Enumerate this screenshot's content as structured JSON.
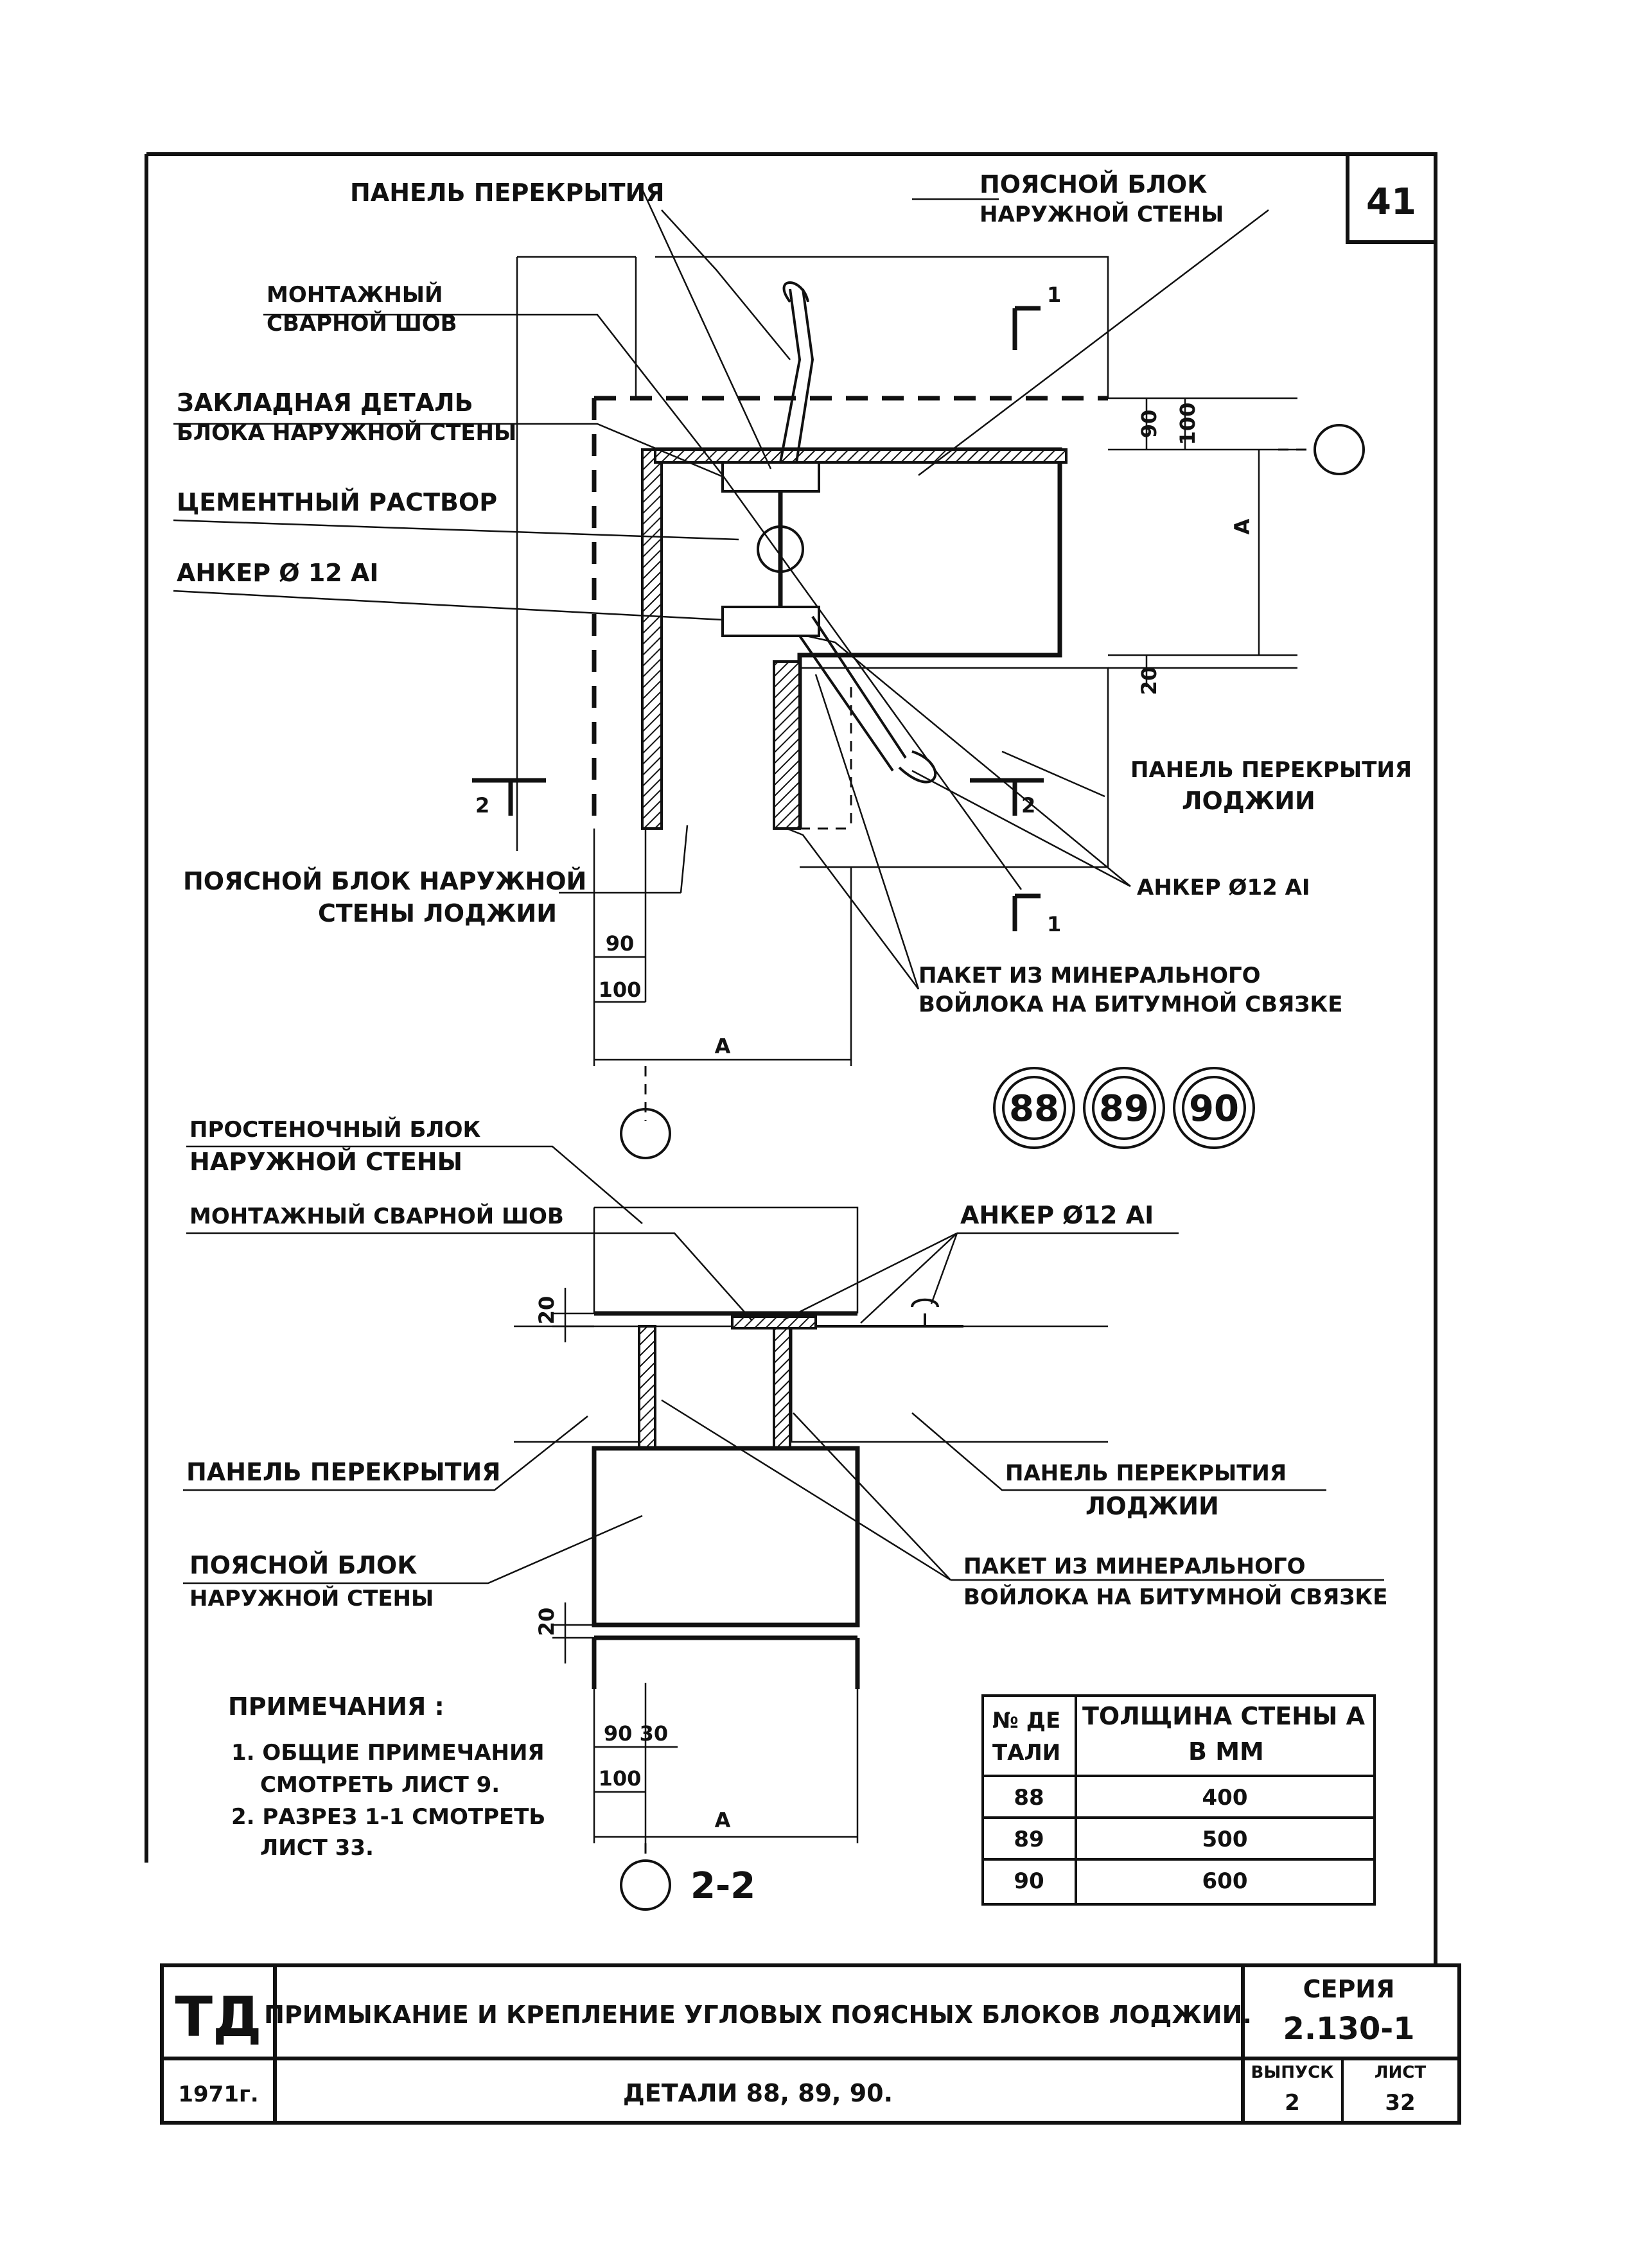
{
  "sheet_number": "41",
  "top_view": {
    "labels": {
      "panel_perekrytiya": "ПАНЕЛЬ ПЕРЕКРЫТИЯ",
      "poyasnoy_blok_1": "ПОЯСНОЙ БЛОК",
      "poyasnoy_blok_2": "НАРУЖНОЙ СТЕНЫ",
      "montazh_1": "МОНТАЖНЫЙ",
      "montazh_2": "СВАРНОЙ ШОВ",
      "zaklad_1": "ЗАКЛАДНАЯ ДЕТАЛЬ",
      "zaklad_2": "БЛОКА НАРУЖНОЙ СТЕНЫ",
      "cement": "ЦЕМЕНТНЫЙ РАСТВОР",
      "anker_left": "АНКЕР Ø 12 АI",
      "panel_lodzhii_1": "ПАНЕЛЬ ПЕРЕКРЫТИЯ",
      "panel_lodzhii_2": "ЛОДЖИИ",
      "anker_right": "АНКЕР Ø12 АI",
      "poyas_lodzhii_1": "ПОЯСНОЙ БЛОК НАРУЖНОЙ",
      "poyas_lodzhii_2": "СТЕНЫ ЛОДЖИИ",
      "paket_1": "ПАКЕТ ИЗ МИНЕРАЛЬНОГО",
      "paket_2": "ВОЙЛОКА НА БИТУМНОЙ СВЯЗКЕ"
    },
    "dims": {
      "d90": "90",
      "d100": "100",
      "d20": "20",
      "dA": "А",
      "b90": "90",
      "b100": "100",
      "bA": "А"
    },
    "section_marks": {
      "s1_top": "1",
      "s1_bottom": "1",
      "s2_left": "2",
      "s2_right": "2"
    }
  },
  "detail_circles": [
    "88",
    "89",
    "90"
  ],
  "section_view": {
    "title": "2-2",
    "labels": {
      "prosten_1": "ПРОСТЕНОЧНЫЙ БЛОК",
      "prosten_2": "НАРУЖНОЙ СТЕНЫ",
      "montazh": "МОНТАЖНЫЙ СВАРНОЙ ШОВ",
      "anker": "АНКЕР Ø12 АI",
      "panel_left": "ПАНЕЛЬ ПЕРЕКРЫТИЯ",
      "panel_right_1": "ПАНЕЛЬ ПЕРЕКРЫТИЯ",
      "panel_right_2": "ЛОДЖИИ",
      "poyas_1": "ПОЯСНОЙ БЛОК",
      "poyas_2": "НАРУЖНОЙ СТЕНЫ",
      "paket_1": "ПАКЕТ ИЗ МИНЕРАЛЬНОГО",
      "paket_2": "ВОЙЛОКА НА БИТУМНОЙ СВЯЗКЕ"
    },
    "dims": {
      "d20a": "20",
      "d20b": "20",
      "d9030": "90 30",
      "d100": "100",
      "dA": "А"
    }
  },
  "notes": {
    "title": "ПРИМЕЧАНИЯ :",
    "n1a": "1. ОБЩИЕ ПРИМЕЧАНИЯ",
    "n1b": "СМОТРЕТЬ ЛИСТ 9.",
    "n2a": "2. РАЗРЕЗ 1-1 СМОТРЕТЬ",
    "n2b": "ЛИСТ 33."
  },
  "table": {
    "header_col1_a": "№ ДЕ",
    "header_col1_b": "ТАЛИ",
    "header_col2_a": "ТОЛЩИНА СТЕНЫ А",
    "header_col2_b": "В ММ",
    "rows": [
      {
        "detail": "88",
        "thickness": "400"
      },
      {
        "detail": "89",
        "thickness": "500"
      },
      {
        "detail": "90",
        "thickness": "600"
      }
    ]
  },
  "title_block": {
    "org": "ТД",
    "year": "1971г.",
    "title": "ПРИМЫКАНИЕ И КРЕПЛЕНИЕ УГЛОВЫХ ПОЯСНЫХ БЛОКОВ ЛОДЖИИ.",
    "subtitle": "ДЕТАЛИ 88, 89, 90.",
    "seriya_label": "СЕРИЯ",
    "seriya_value": "2.130-1",
    "vypusk_label": "ВЫПУСК",
    "vypusk_value": "2",
    "list_label": "ЛИСТ",
    "list_value": "32"
  }
}
